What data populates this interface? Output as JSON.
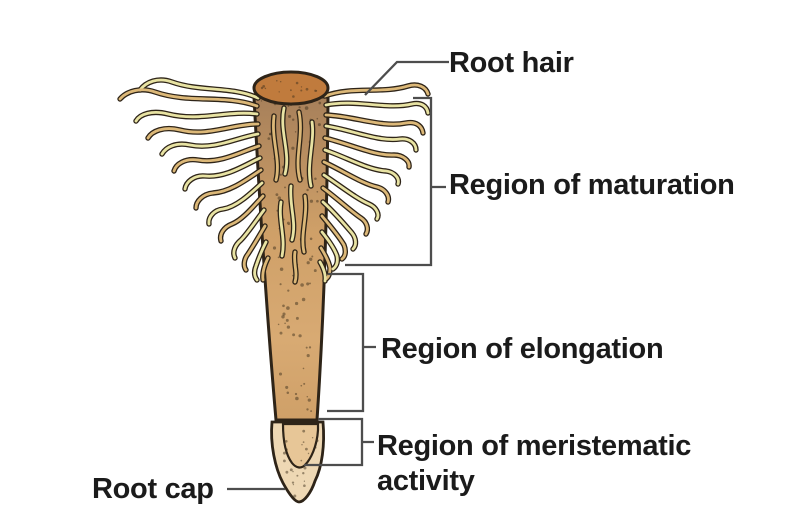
{
  "labels": {
    "root_hair": "Root hair",
    "maturation": "Region of maturation",
    "elongation": "Region of elongation",
    "meristematic": "Region of meristematic activity",
    "root_cap": "Root cap"
  },
  "colors": {
    "background": "#ffffff",
    "text": "#1b1b1b",
    "annotation": "#4d4d4d",
    "outline": "#2e2418",
    "body_top": "#a7805a",
    "body_mid": "#cfa068",
    "body_low": "#d8aa73",
    "top_surface": "#c07b3d",
    "cap_outer": "#eed8b4",
    "cap_inner": "#e7c697",
    "hair_tan": "#dcb878",
    "hair_yellow": "#e8e3a3",
    "speckle": "#3f311d"
  }
}
